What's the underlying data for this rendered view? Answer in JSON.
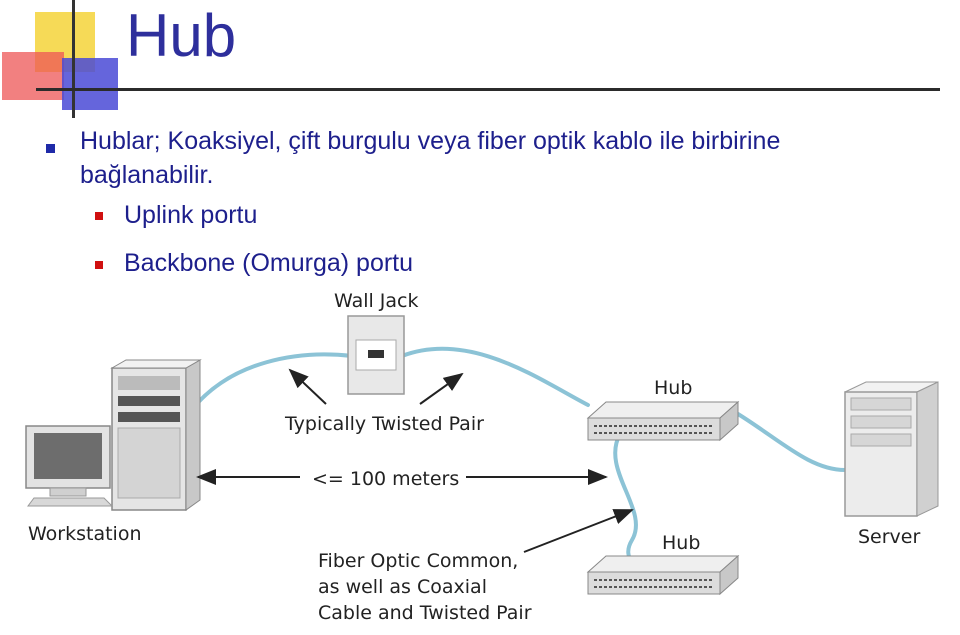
{
  "slide": {
    "title": "Hub",
    "bullets": [
      "Hublar; Koaksiyel, çift burgulu veya fiber optik kablo ile birbirine",
      "bağlanabilir."
    ],
    "sub_bullets": [
      "Uplink portu",
      "Backbone (Omurga) portu"
    ]
  },
  "figure": {
    "labels": {
      "wall_jack": "Wall Jack",
      "twisted_pair": "Typically Twisted Pair",
      "distance": "<= 100 meters",
      "hub_top": "Hub",
      "hub_bottom": "Hub",
      "workstation": "Workstation",
      "server": "Server",
      "fiber_1": "Fiber Optic Common,",
      "fiber_2": "as well as Coaxial",
      "fiber_3": "Cable and Twisted Pair"
    },
    "colors": {
      "cable": "#8cc3d6",
      "device": "#e3e3e3",
      "title": "#2e2f9c"
    }
  }
}
